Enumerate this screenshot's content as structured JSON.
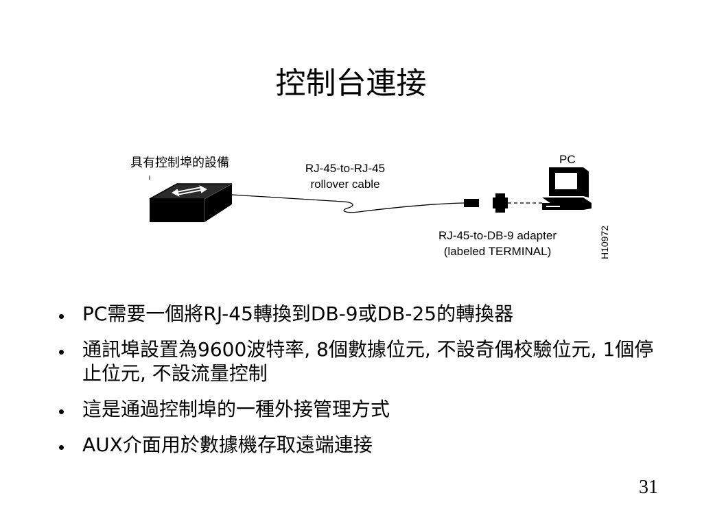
{
  "slide": {
    "title": "控制台連接",
    "page_number": "31"
  },
  "diagram": {
    "device_label": "具有控制埠的設備",
    "pc_label": "PC",
    "cable_label_line1": "RJ-45-to-RJ-45",
    "cable_label_line2": "rollover cable",
    "adapter_label_line1": "RJ-45-to-DB-9 adapter",
    "adapter_label_line2": "(labeled TERMINAL)",
    "figure_id": "H10972"
  },
  "bullets": [
    "PC需要一個將RJ-45轉換到DB-9或DB-25的轉換器",
    "通訊埠設置為9600波特率, 8個數據位元, 不設奇偶校驗位元, 1個停止位元, 不設流量控制",
    "這是通過控制埠的一種外接管理方式",
    "AUX介面用於數據機存取遠端連接"
  ]
}
